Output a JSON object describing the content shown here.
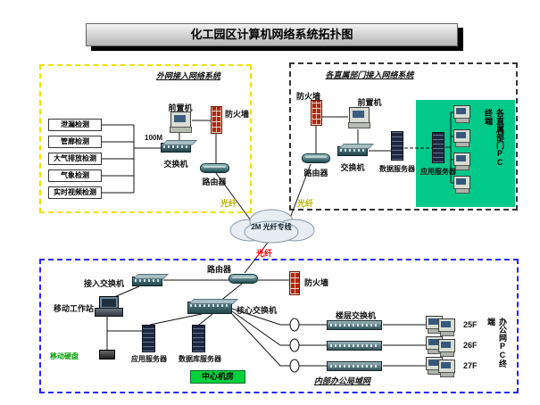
{
  "title": "化工园区计算机网络系统拓扑图",
  "external_box": {
    "title": "外网接入网络系统",
    "sensors": [
      "泄漏检测",
      "管廊检测",
      "大气排放检测",
      "气象检测",
      "实时视频检测"
    ],
    "bandwidth_label": "100M",
    "switch_label": "交换机",
    "frontend_label": "前置机",
    "firewall_label": "防火墙",
    "router_label": "路由器",
    "fiber_label": "光纤"
  },
  "department_box": {
    "title": "各直属部门接入网络系统",
    "firewall_label": "防火墙",
    "frontend_label": "前置机",
    "switch_label": "交换机",
    "router_label": "路由器",
    "data_server_label": "数据服务器",
    "app_server_label": "应用服务器",
    "pc_terminal_label": "各直属部门PC终端",
    "fiber_label": "光纤"
  },
  "wan": {
    "cloud_label": "2M 光纤专线",
    "fiber_label": "光纤"
  },
  "internal_box": {
    "router_label": "路由器",
    "access_switch_label": "接入交换机",
    "firewall_label": "防火墙",
    "core_switch_label": "核心交换机",
    "mobile_workstation_label": "移动工作站",
    "mobile_disk_label": "移动硬盘",
    "app_server_label": "应用服务器",
    "db_server_label": "数据库服务器",
    "server_room_label": "中心机房",
    "floor_switch_label": "楼层交换机",
    "floors": [
      "25F",
      "26F",
      "27F"
    ],
    "office_pc_label": "办公网PC终端",
    "lan_label": "内部办公局域网"
  },
  "colors": {
    "external_border": "#ece000",
    "internal_border": "#2424ff",
    "department_pc_panel": "#00c98a",
    "server_room_fill": "#00d23c",
    "fiber_access": "#b8b400",
    "fiber_wan": "#ff0000",
    "firewall_brick": "#b3270c"
  }
}
